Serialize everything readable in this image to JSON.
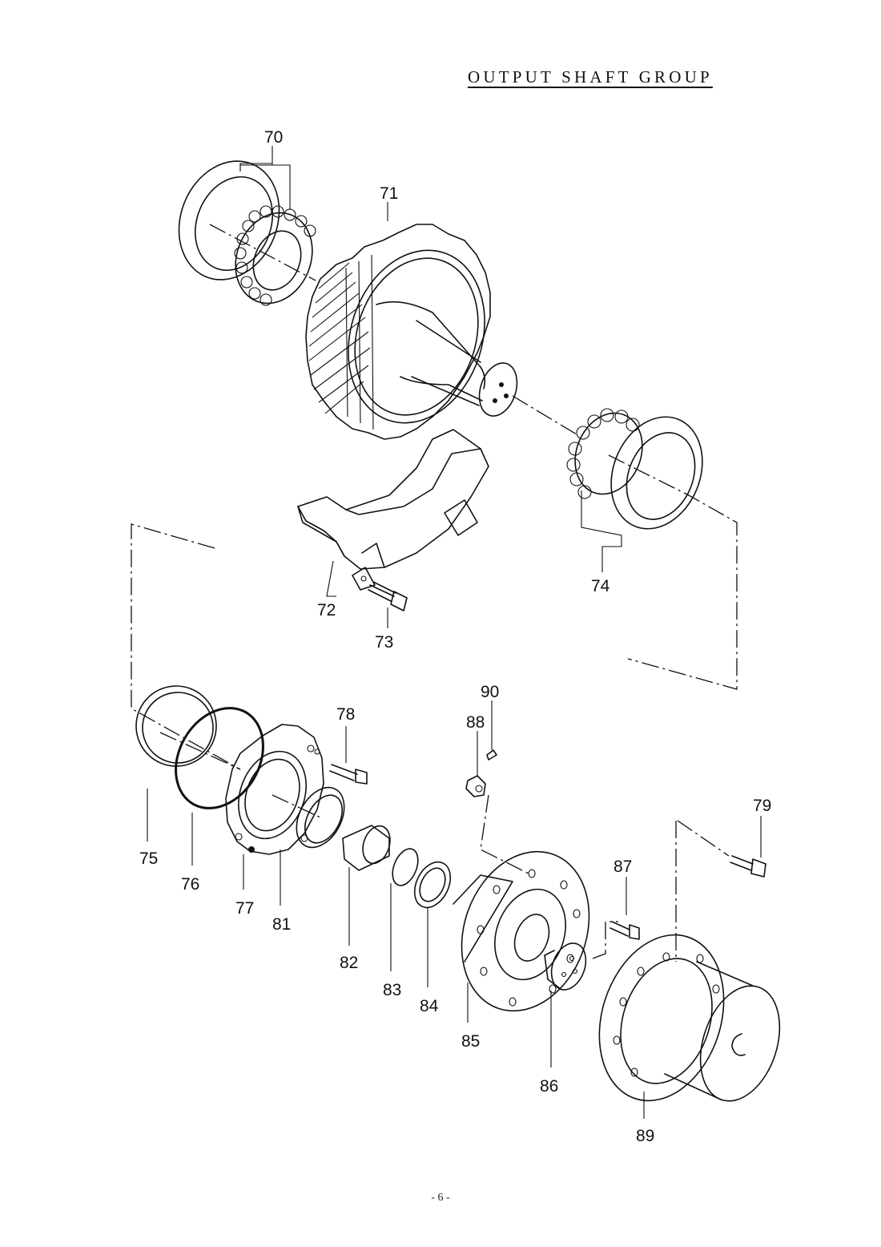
{
  "page": {
    "title": "OUTPUT SHAFT GROUP",
    "page_number": "- 6 -"
  },
  "callouts": {
    "c70": "70",
    "c71": "71",
    "c72": "72",
    "c73": "73",
    "c74": "74",
    "c75": "75",
    "c76": "76",
    "c77": "77",
    "c78": "78",
    "c79": "79",
    "c81": "81",
    "c82": "82",
    "c83": "83",
    "c84": "84",
    "c85": "85",
    "c86": "86",
    "c87": "87",
    "c88": "88",
    "c89": "89",
    "c90": "90"
  }
}
